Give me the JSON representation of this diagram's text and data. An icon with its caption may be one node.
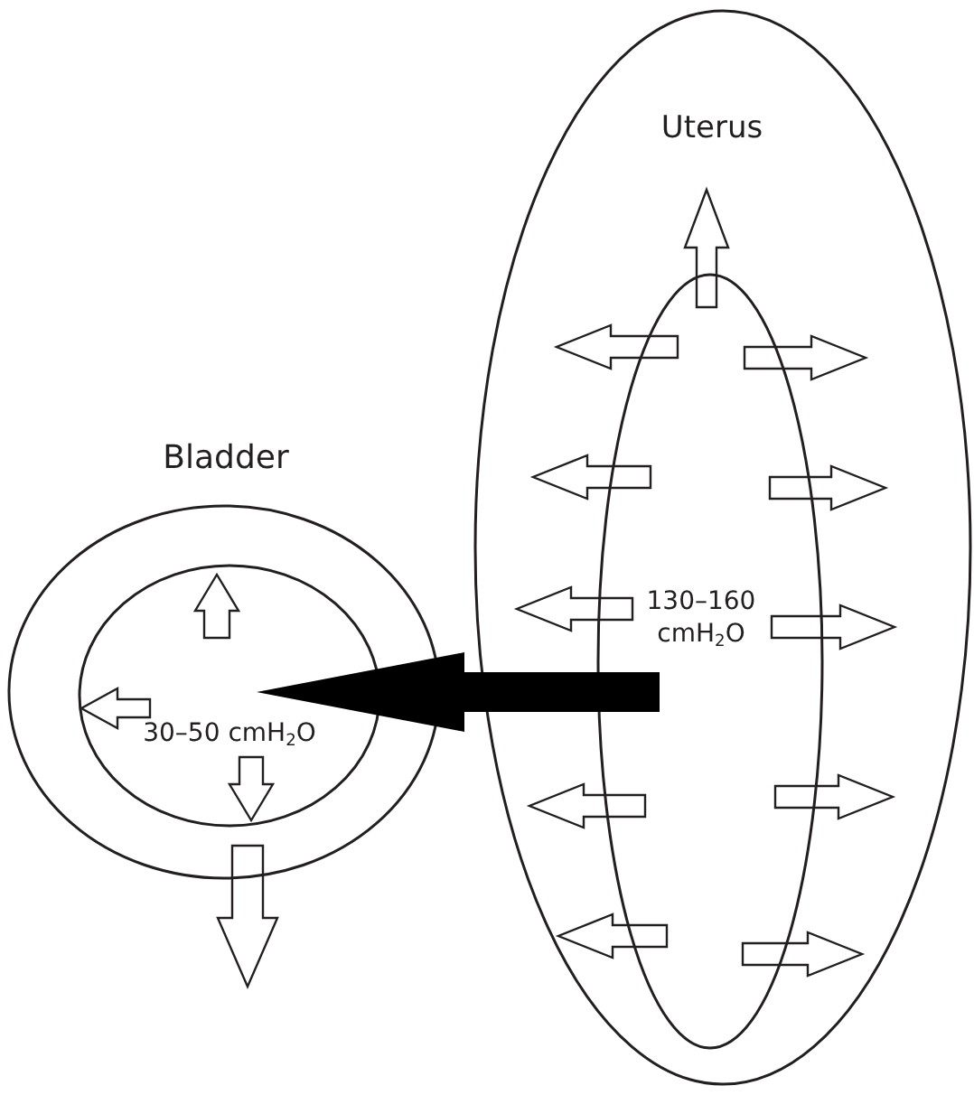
{
  "diagram": {
    "nodes": [
      {
        "text": [
          "Uterus"
        ]
      },
      {
        "text": [
          "130–160 cmH$_{2}$O"
        ],
        "in": 0
      },
      {
        "text": [
          "Bladder"
        ]
      },
      {
        "text": [
          "30–50 cmH$_{2}$O"
        ],
        "in": 2
      }
    ],
    "edges": [
      {
        "from": 1,
        "to": 3,
        "arrow": "to"
      }
    ]
  }
}
